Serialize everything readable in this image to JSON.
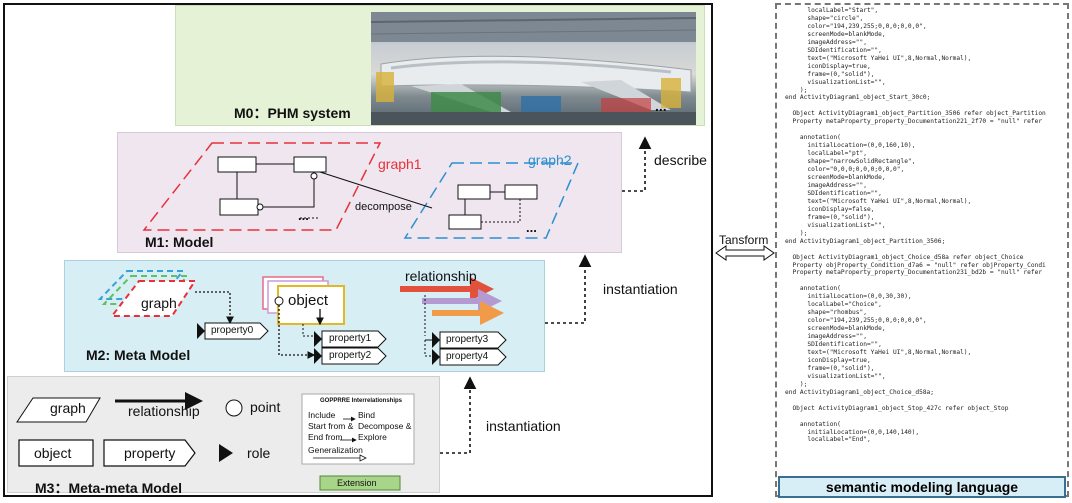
{
  "layers": {
    "m0_label": "M0：PHM system",
    "m1_label": "M1: Model",
    "m2_label": "M2:  Meta Model",
    "m3_label": "M3：Meta-meta Model"
  },
  "m0": {
    "ellipsis": "..."
  },
  "m1": {
    "graph1": "graph1",
    "graph2": "graph2",
    "decompose": "decompose",
    "ellipsis": "...",
    "ellipsis2": "..."
  },
  "m2": {
    "graph": "graph",
    "object": "object",
    "relationship": "relationship",
    "property0": "property0",
    "property1": "property1",
    "property2": "property2",
    "property3": "property3",
    "property4": "property4"
  },
  "m3": {
    "graph": "graph",
    "relationship": "relationship",
    "point": "point",
    "object": "object",
    "property": "property",
    "role": "role",
    "interrelationships_title": "GOPPRRE Interrelationships",
    "include": "Include",
    "bind": "Bind",
    "start_from": "Start from &",
    "decompose": "Decompose &",
    "end_from": "End from",
    "explore": "Explore",
    "generalization": "Generalization",
    "extension": "Extension"
  },
  "arrows": {
    "describe": "describe",
    "instantiation1": "instantiation",
    "instantiation2": "instantiation",
    "tansform": "Tansform"
  },
  "code": {
    "caption": "semantic modeling language",
    "lines": [
      "      localLabel=\"Start\",",
      "      shape=\"circle\",",
      "      color=\"194,239,255;0,0,0;0,0,0\",",
      "      screenMode=blankMode,",
      "      imageAddress=\"\",",
      "      SDIdentification=\"\",",
      "      text=(\"Microsoft YaHei UI\",8,Normal,Normal),",
      "      iconDisplay=true,",
      "      frame=(0,\"solid\"),",
      "      visualizationList=\"\",",
      "    );",
      "end ActivityDiagram1_object_Start_30c0;",
      "",
      "  Object ActivityDiagram1_object_Partition_3506 refer object_Partition",
      "  Property metaProperty_property_Documentation221_2f70 = \"null\" refer",
      "",
      "    annotation(",
      "      initialLocation=(0,0,160,10),",
      "      localLabel=\"pt\",",
      "      shape=\"narrowSolidRectangle\",",
      "      color=\"0,0,0;0,0,0;0,0,0\",",
      "      screenMode=blankMode,",
      "      imageAddress=\"\",",
      "      SDIdentification=\"\",",
      "      text=(\"Microsoft YaHei UI\",8,Normal,Normal),",
      "      iconDisplay=false,",
      "      frame=(0,\"solid\"),",
      "      visualizationList=\"\",",
      "    );",
      "end ActivityDiagram1_object_Partition_3506;",
      "",
      "  Object ActivityDiagram1_object_Choice_d58a refer object_Choice",
      "  Property objProperty_Condition_d7a6 = \"null\" refer objProperty_Condi",
      "  Property metaProperty_property_Documentation231_bd2b = \"null\" refer",
      "",
      "    annotation(",
      "      initialLocation=(0,0,30,30),",
      "      localLabel=\"Choice\",",
      "      shape=\"rhombus\",",
      "      color=\"194,239,255;0,0,0;0,0,0\",",
      "      screenMode=blankMode,",
      "      imageAddress=\"\",",
      "      SDIdentification=\"\",",
      "      text=(\"Microsoft YaHei UI\",8,Normal,Normal),",
      "      iconDisplay=true,",
      "      frame=(0,\"solid\"),",
      "      visualizationList=\"\",",
      "    );",
      "end ActivityDiagram1_object_Choice_d58a;",
      "",
      "  Object ActivityDiagram1_object_Stop_427c refer object_Stop",
      "",
      "    annotation(",
      "      initialLocation=(0,0,140,140),",
      "      localLabel=\"End\","
    ]
  },
  "colors": {
    "m0_bg": "#e6f2d6",
    "m1_bg": "#efe6f0",
    "m2_bg": "#d6eef4",
    "m3_bg": "#ececec",
    "graph1": "#e8303a",
    "graph2": "#2c8fd0"
  }
}
